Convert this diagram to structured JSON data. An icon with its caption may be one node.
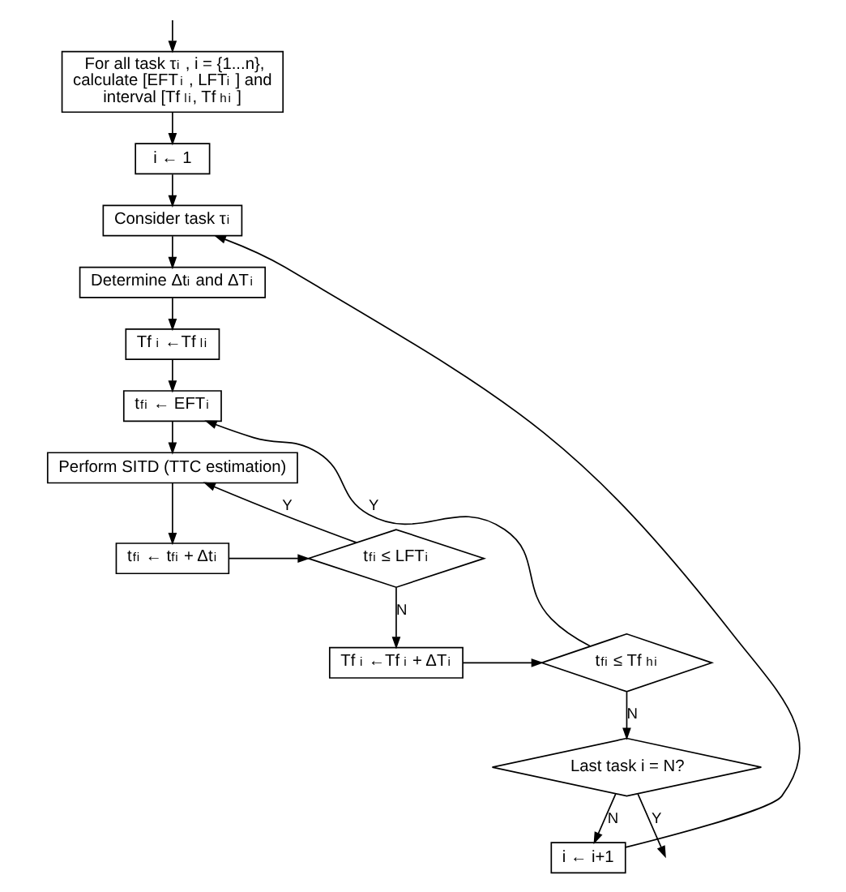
{
  "diagram": {
    "nodes": [
      {
        "text": [
          "For all task τ$_{i}$ , i = {1...n}, calculate [EFT$_{i}$ , LFT$_{i}$ ] and interval [Tf $^{l}$$_{i}$, Tf $^{h}$$_{i}$ ]"
        ]
      },
      {
        "text": [
          "i ← 1"
        ]
      },
      {
        "text": [
          "Consider task τ$_{i}$"
        ]
      },
      {
        "text": [
          "Determine Δt$_{i}$ and ΔT$_{i}$"
        ]
      },
      {
        "text": [
          "Tf $_{i}$ ←Tf $^{l}$$_{i}$"
        ]
      },
      {
        "text": [
          "t$^{f}$$_{i}$ ← EFT$_{i}$"
        ]
      },
      {
        "text": [
          "Perform SITD (TTC estimation)"
        ]
      },
      {
        "text": [
          "t$^{f}$$_{i}$ ≤ LFT$_{i}$"
        ]
      },
      {
        "text": [
          "t$^{f}$$_{i}$ ← t$^{f}$$_{i}$ + Δt$_{i}$"
        ]
      },
      {
        "text": [
          "Tf $_{i}$ ←Tf $_{i}$ + ΔT$_{i}$"
        ]
      },
      {
        "text": [
          "t$^{f}$$_{i}$ ≤ Tf $^{h}$$_{i}$"
        ]
      },
      {
        "text": [
          "Last task i = N?"
        ]
      },
      {
        "text": [
          "i ← i+1"
        ]
      }
    ],
    "edges": [
      {
        "from": null,
        "to": 0,
        "arrow": "to"
      },
      {
        "from": 0,
        "to": 1,
        "arrow": "to"
      },
      {
        "from": 1,
        "to": 2,
        "arrow": "to"
      },
      {
        "from": 2,
        "to": 3,
        "arrow": "to"
      },
      {
        "from": 3,
        "to": 4,
        "arrow": "to"
      },
      {
        "from": 4,
        "to": 5,
        "arrow": "to"
      },
      {
        "from": 5,
        "to": 6,
        "arrow": "to"
      },
      {
        "from": 6,
        "to": 8,
        "arrow": "to"
      },
      {
        "from": 8,
        "to": 7,
        "arrow": "to"
      },
      {
        "from": 7,
        "to": 6,
        "arrow": "to",
        "label": "Y"
      },
      {
        "from": 7,
        "to": 9,
        "arrow": "to",
        "label": "N"
      },
      {
        "from": 9,
        "to": 10,
        "arrow": "to"
      },
      {
        "from": 10,
        "to": 5,
        "arrow": "to",
        "label": "Y"
      },
      {
        "from": 10,
        "to": 11,
        "arrow": "to",
        "label": "N"
      },
      {
        "from": 11,
        "to": null,
        "arrow": "to",
        "label": "Y"
      },
      {
        "from": 11,
        "to": 12,
        "arrow": "to",
        "label": "N"
      },
      {
        "from": 12,
        "to": 2,
        "arrow": "to"
      }
    ]
  }
}
